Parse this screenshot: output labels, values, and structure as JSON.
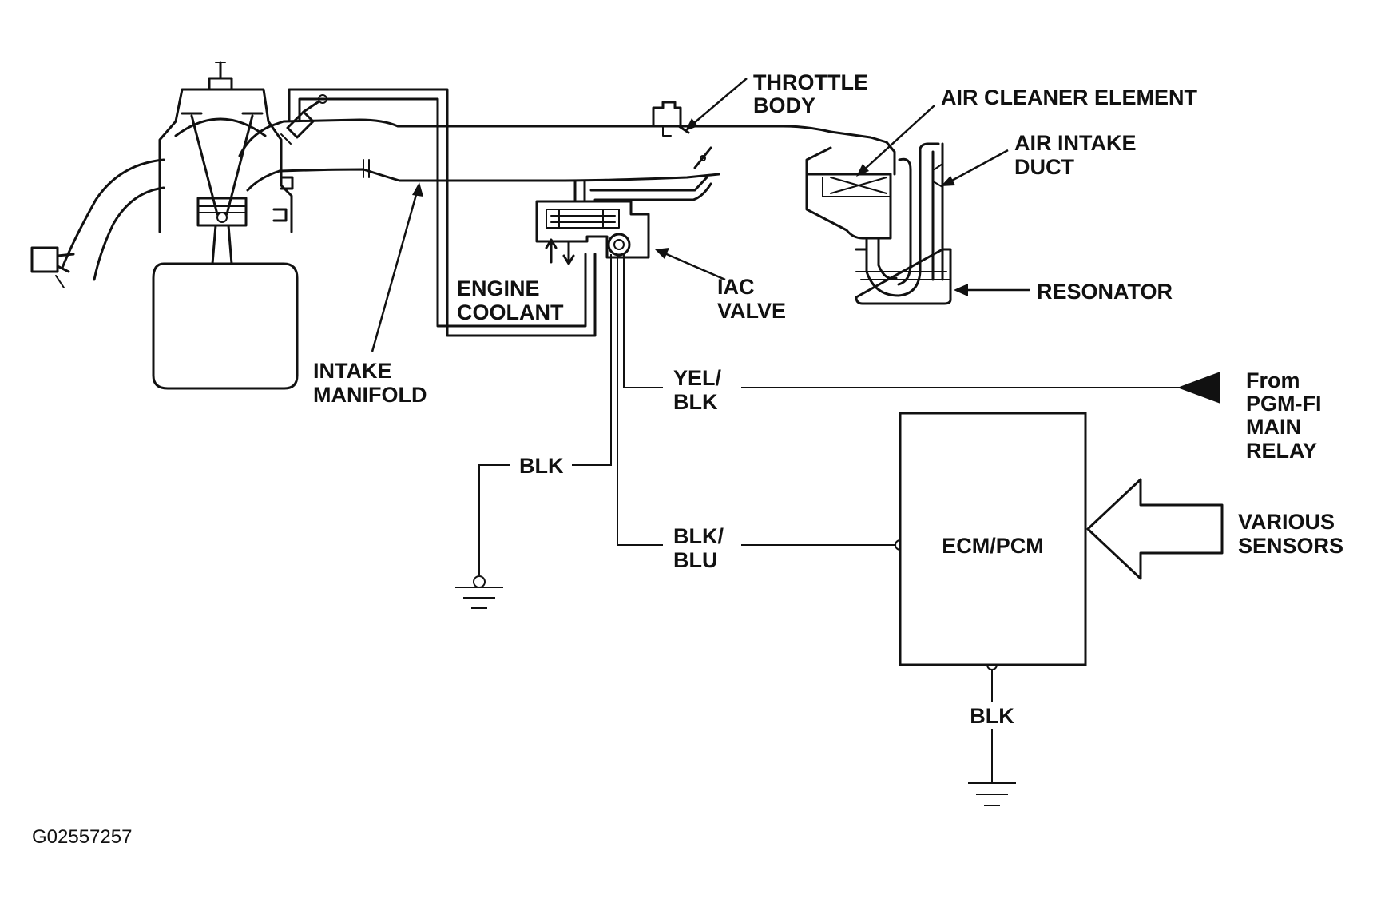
{
  "labels": {
    "throttle_body": [
      "THROTTLE",
      "BODY"
    ],
    "air_cleaner_element": "AIR CLEANER ELEMENT",
    "air_intake_duct": [
      "AIR INTAKE",
      "DUCT"
    ],
    "resonator": "RESONATOR",
    "engine_coolant": [
      "ENGINE",
      "COOLANT"
    ],
    "iac_valve": [
      "IAC",
      "VALVE"
    ],
    "intake_manifold": [
      "INTAKE",
      "MANIFOLD"
    ],
    "wire_yel_blk": [
      "YEL/",
      "BLK"
    ],
    "wire_blk_iac": "BLK",
    "wire_blk_blu": [
      "BLK/",
      "BLU"
    ],
    "from_relay": [
      "From",
      "PGM-FI",
      "MAIN",
      "RELAY"
    ],
    "various_sensors": [
      "VARIOUS",
      "SENSORS"
    ],
    "ecm_pcm": "ECM/PCM",
    "wire_blk_ecm": "BLK",
    "figure_code": "G02557257"
  }
}
